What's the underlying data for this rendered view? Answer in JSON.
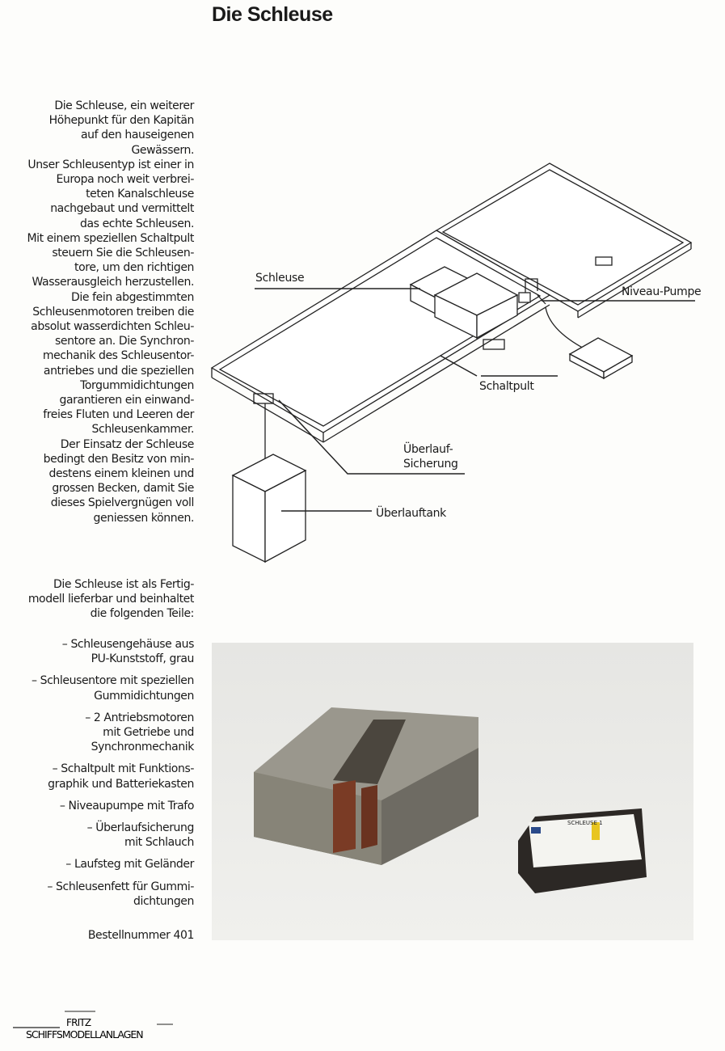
{
  "title": "Die Schleuse",
  "intro_lines": [
    "Die Schleuse, ein weiterer",
    "Höhepunkt für den Kapitän",
    "auf den hauseigenen",
    "Gewässern.",
    "Unser Schleusentyp ist einer in",
    "Europa noch weit verbrei-",
    "teten Kanalschleuse",
    "nachgebaut und vermittelt",
    "das echte Schleusen.",
    "Mit einem speziellen Schaltpult",
    "steuern Sie die Schleusen-",
    "tore, um den richtigen",
    "Wasserausgleich herzustellen.",
    "Die fein abgestimmten",
    "Schleusenmotoren treiben die",
    "absolut wasserdichten Schleu-",
    "sentore an. Die Synchron-",
    "mechanik des Schleusentor-",
    "antriebes und die speziellen",
    "Torgummidichtungen",
    "garantieren ein einwand-",
    "freies Fluten und Leeren der",
    "Schleusenkammer.",
    "Der Einsatz der Schleuse",
    "bedingt den Besitz von min-",
    "destens einem kleinen und",
    "grossen Becken, damit Sie",
    "dieses Spielvergnügen voll",
    "geniessen können."
  ],
  "diagram_labels": {
    "schleuse": "Schleuse",
    "niveau_pumpe": "Niveau-Pumpe",
    "schaltpult": "Schaltpult",
    "ueberlauf_1": "Überlauf-",
    "ueberlauf_2": "Sicherung",
    "ueberlauftank": "Überlauftank"
  },
  "parts_intro": [
    "Die Schleuse ist als Fertig-",
    "modell lieferbar und beinhaltet",
    "die folgenden Teile:"
  ],
  "parts": [
    [
      "– Schleusengehäuse aus",
      "PU-Kunststoff, grau"
    ],
    [
      "– Schleusentore mit speziellen",
      "Gummidichtungen"
    ],
    [
      "– 2 Antriebsmotoren",
      "mit Getriebe und",
      "Synchronmechanik"
    ],
    [
      "– Schaltpult mit Funktions-",
      "graphik und Batteriekasten"
    ],
    [
      "– Niveaupumpe mit Trafo"
    ],
    [
      "– Überlaufsicherung",
      "mit Schlauch"
    ],
    [
      "– Laufsteg mit Geländer"
    ],
    [
      "– Schleusenfett für Gummi-",
      "dichtungen"
    ]
  ],
  "order_number": "Bestellnummer 401",
  "panel_title": "SCHLEUSE 1",
  "logo": {
    "line1": "FRITZ",
    "line2": "SCHIFFSMODELLANLAGEN"
  }
}
